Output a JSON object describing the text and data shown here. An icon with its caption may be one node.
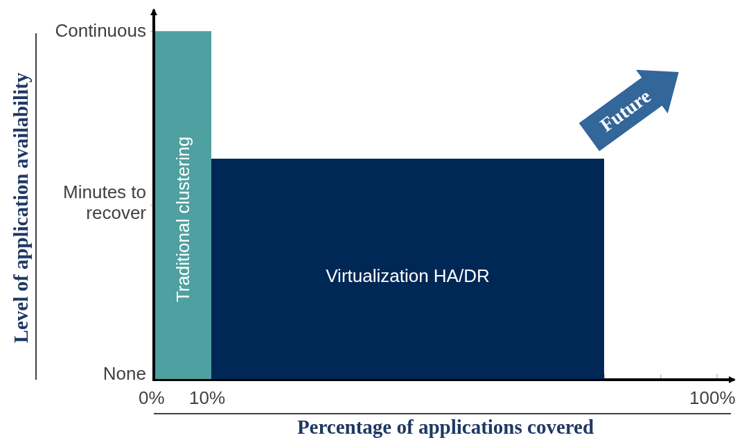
{
  "diagram": {
    "nodes": [
      {
        "text": [
          "Traditional clustering"
        ]
      },
      {
        "text": [
          "Virtualization HA/DR"
        ]
      },
      {
        "text": [
          "Future"
        ]
      }
    ],
    "labels": [
      "Level of application availability",
      "Continuous",
      "Minutes to recover",
      "None",
      "0%",
      "10%",
      "100%",
      "Percentage of applications covered"
    ]
  }
}
